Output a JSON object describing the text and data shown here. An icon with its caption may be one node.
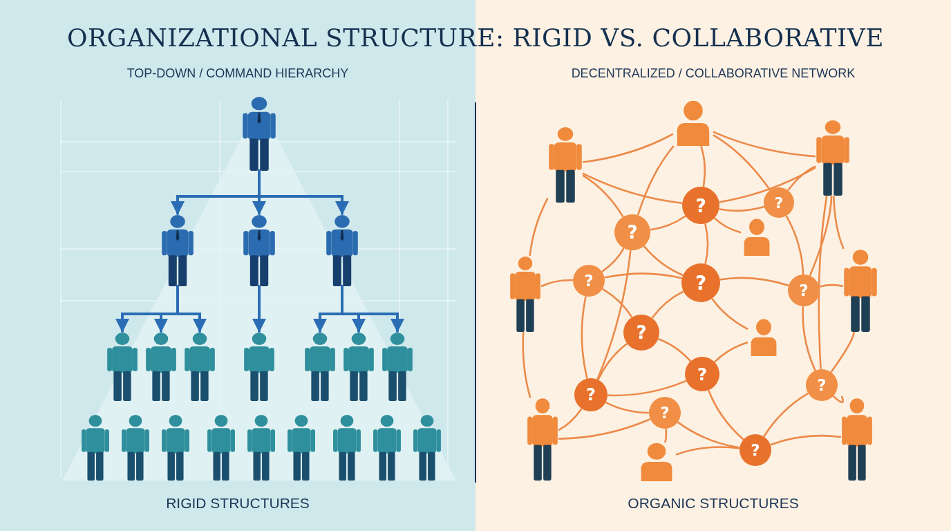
{
  "diagram": {
    "title": "ORGANIZATIONAL STRUCTURE: RIGID VS. COLLABORATIVE",
    "nodes": [
      {
        "text": [
          "TOP-DOWN / COMMAND HIERARCHY",
          "RIGID STRUCTURES"
        ]
      },
      {
        "text": [
          "DECENTRALIZED / COLLABORATIVE NETWORK",
          "ORGANIC STRUCTURES"
        ]
      },
      {
        "text": [],
        "shape": "person",
        "in": 0
      },
      {
        "text": [],
        "shape": "person",
        "in": 0
      },
      {
        "text": [],
        "shape": "person",
        "in": 0
      },
      {
        "text": [],
        "shape": "person",
        "in": 0
      },
      {
        "text": [],
        "shape": "person",
        "in": 0
      },
      {
        "text": [],
        "shape": "person",
        "in": 0
      },
      {
        "text": [],
        "shape": "person",
        "in": 0
      },
      {
        "text": [],
        "shape": "person",
        "in": 0
      },
      {
        "text": [],
        "shape": "person",
        "in": 0
      },
      {
        "text": [],
        "shape": "person",
        "in": 0
      },
      {
        "text": [],
        "shape": "person",
        "in": 0
      },
      {
        "text": [],
        "shape": "person",
        "in": 0
      },
      {
        "text": [],
        "shape": "person",
        "in": 0
      },
      {
        "text": [],
        "shape": "person",
        "in": 0
      },
      {
        "text": [],
        "shape": "person",
        "in": 0
      },
      {
        "text": [],
        "shape": "person",
        "in": 0
      },
      {
        "text": [],
        "shape": "person",
        "in": 0
      },
      {
        "text": [],
        "shape": "person",
        "in": 0
      },
      {
        "text": [],
        "shape": "person",
        "in": 0
      },
      {
        "text": [],
        "shape": "person",
        "in": 0
      },
      {
        "text": [],
        "shape": "person",
        "in": 1
      },
      {
        "text": [],
        "shape": "person",
        "in": 1
      },
      {
        "text": [],
        "shape": "person",
        "in": 1
      },
      {
        "text": [
          "?"
        ],
        "in": 1
      },
      {
        "text": [
          "?"
        ],
        "in": 1
      },
      {
        "text": [
          "?"
        ],
        "in": 1
      },
      {
        "text": [],
        "shape": "person",
        "in": 1
      },
      {
        "text": [
          "?"
        ],
        "in": 1
      },
      {
        "text": [
          "?"
        ],
        "in": 1
      },
      {
        "text": [
          "?"
        ],
        "in": 1
      },
      {
        "text": [],
        "shape": "person",
        "in": 1
      },
      {
        "text": [],
        "shape": "person",
        "in": 1
      },
      {
        "text": [
          "?"
        ],
        "in": 1
      },
      {
        "text": [],
        "shape": "person",
        "in": 1
      },
      {
        "text": [
          "?"
        ],
        "in": 1
      },
      {
        "text": [
          "?"
        ],
        "in": 1
      },
      {
        "text": [
          "?"
        ],
        "in": 1
      },
      {
        "text": [
          "?"
        ],
        "in": 1
      },
      {
        "text": [],
        "shape": "person",
        "in": 1
      },
      {
        "text": [],
        "shape": "person",
        "in": 1
      },
      {
        "text": [
          "?"
        ],
        "in": 1
      },
      {
        "text": [],
        "shape": "person",
        "in": 1
      }
    ],
    "edges": [
      {
        "from": 2,
        "to": 3,
        "arrow": "to",
        "color": "#2a6db5"
      },
      {
        "from": 2,
        "to": 4,
        "arrow": "to",
        "color": "#2a6db5"
      },
      {
        "from": 2,
        "to": 5,
        "arrow": "to",
        "color": "#2a6db5"
      },
      {
        "from": 3,
        "to": 6,
        "arrow": "to",
        "color": "#2a6db5"
      },
      {
        "from": 3,
        "to": 7,
        "arrow": "to",
        "color": "#2a6db5"
      },
      {
        "from": 3,
        "to": 8,
        "arrow": "to",
        "color": "#2a6db5"
      },
      {
        "from": 4,
        "to": 9,
        "arrow": "to",
        "color": "#2a6db5"
      },
      {
        "from": 5,
        "to": 10,
        "arrow": "to",
        "color": "#2a6db5"
      },
      {
        "from": 5,
        "to": 11,
        "arrow": "to",
        "color": "#2a6db5"
      },
      {
        "from": 5,
        "to": 12,
        "arrow": "to",
        "color": "#2a6db5"
      },
      {
        "from": 22,
        "to": 24,
        "arrow": "none"
      },
      {
        "from": 22,
        "to": 23,
        "arrow": "none"
      },
      {
        "from": 22,
        "to": 26,
        "arrow": "none"
      },
      {
        "from": 22,
        "to": 27,
        "arrow": "none"
      },
      {
        "from": 22,
        "to": 25,
        "arrow": "none"
      },
      {
        "from": 24,
        "to": 26,
        "arrow": "none"
      },
      {
        "from": 24,
        "to": 27,
        "arrow": "none"
      },
      {
        "from": 24,
        "to": 33,
        "arrow": "none"
      },
      {
        "from": 23,
        "to": 26,
        "arrow": "none"
      },
      {
        "from": 23,
        "to": 25,
        "arrow": "none"
      },
      {
        "from": 23,
        "to": 31,
        "arrow": "none"
      },
      {
        "from": 23,
        "to": 32,
        "arrow": "none"
      },
      {
        "from": 26,
        "to": 27,
        "arrow": "none"
      },
      {
        "from": 26,
        "to": 25,
        "arrow": "none"
      },
      {
        "from": 26,
        "to": 30,
        "arrow": "none"
      },
      {
        "from": 26,
        "to": 28,
        "arrow": "none"
      },
      {
        "from": 25,
        "to": 31,
        "arrow": "none"
      },
      {
        "from": 23,
        "to": 37,
        "arrow": "none"
      },
      {
        "from": 27,
        "to": 29,
        "arrow": "none"
      },
      {
        "from": 27,
        "to": 30,
        "arrow": "none"
      },
      {
        "from": 27,
        "to": 38,
        "arrow": "none"
      },
      {
        "from": 29,
        "to": 33,
        "arrow": "none"
      },
      {
        "from": 29,
        "to": 30,
        "arrow": "none"
      },
      {
        "from": 29,
        "to": 38,
        "arrow": "none"
      },
      {
        "from": 29,
        "to": 34,
        "arrow": "none"
      },
      {
        "from": 30,
        "to": 34,
        "arrow": "none"
      },
      {
        "from": 30,
        "to": 31,
        "arrow": "none"
      },
      {
        "from": 30,
        "to": 35,
        "arrow": "none"
      },
      {
        "from": 31,
        "to": 32,
        "arrow": "none"
      },
      {
        "from": 31,
        "to": 37,
        "arrow": "none"
      },
      {
        "from": 34,
        "to": 36,
        "arrow": "none"
      },
      {
        "from": 34,
        "to": 38,
        "arrow": "none"
      },
      {
        "from": 36,
        "to": 38,
        "arrow": "none"
      },
      {
        "from": 36,
        "to": 42,
        "arrow": "none"
      },
      {
        "from": 36,
        "to": 35,
        "arrow": "none"
      },
      {
        "from": 37,
        "to": 42,
        "arrow": "none"
      },
      {
        "from": 37,
        "to": 41,
        "arrow": "none"
      },
      {
        "from": 37,
        "to": 32,
        "arrow": "none"
      },
      {
        "from": 38,
        "to": 40,
        "arrow": "none"
      },
      {
        "from": 38,
        "to": 39,
        "arrow": "none"
      },
      {
        "from": 39,
        "to": 40,
        "arrow": "none"
      },
      {
        "from": 39,
        "to": 42,
        "arrow": "none"
      },
      {
        "from": 39,
        "to": 43,
        "arrow": "none"
      },
      {
        "from": 42,
        "to": 43,
        "arrow": "none"
      },
      {
        "from": 42,
        "to": 41,
        "arrow": "none"
      },
      {
        "from": 33,
        "to": 40,
        "arrow": "none"
      }
    ]
  }
}
